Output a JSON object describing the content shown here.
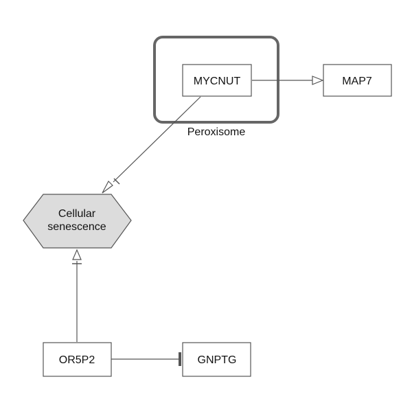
{
  "diagram": {
    "compartment": {
      "label": "Peroxisome"
    },
    "nodes": {
      "mycnut": "MYCNUT",
      "map7": "MAP7",
      "cellular_line1": "Cellular",
      "cellular_line2": "senescence",
      "or5p2": "OR5P2",
      "gnptg": "GNPTG"
    },
    "edges": [
      {
        "from": "MYCNUT",
        "to": "MAP7",
        "type": "stimulation"
      },
      {
        "from": "MYCNUT",
        "to": "Cellular senescence",
        "type": "necessary stimulation"
      },
      {
        "from": "OR5P2",
        "to": "Cellular senescence",
        "type": "necessary stimulation"
      },
      {
        "from": "OR5P2",
        "to": "GNPTG",
        "type": "inhibition"
      }
    ],
    "colors": {
      "stroke": "#555555",
      "compartment_stroke": "#555555",
      "hexagon_fill": "#dcdcdc",
      "text": "#111111"
    }
  }
}
